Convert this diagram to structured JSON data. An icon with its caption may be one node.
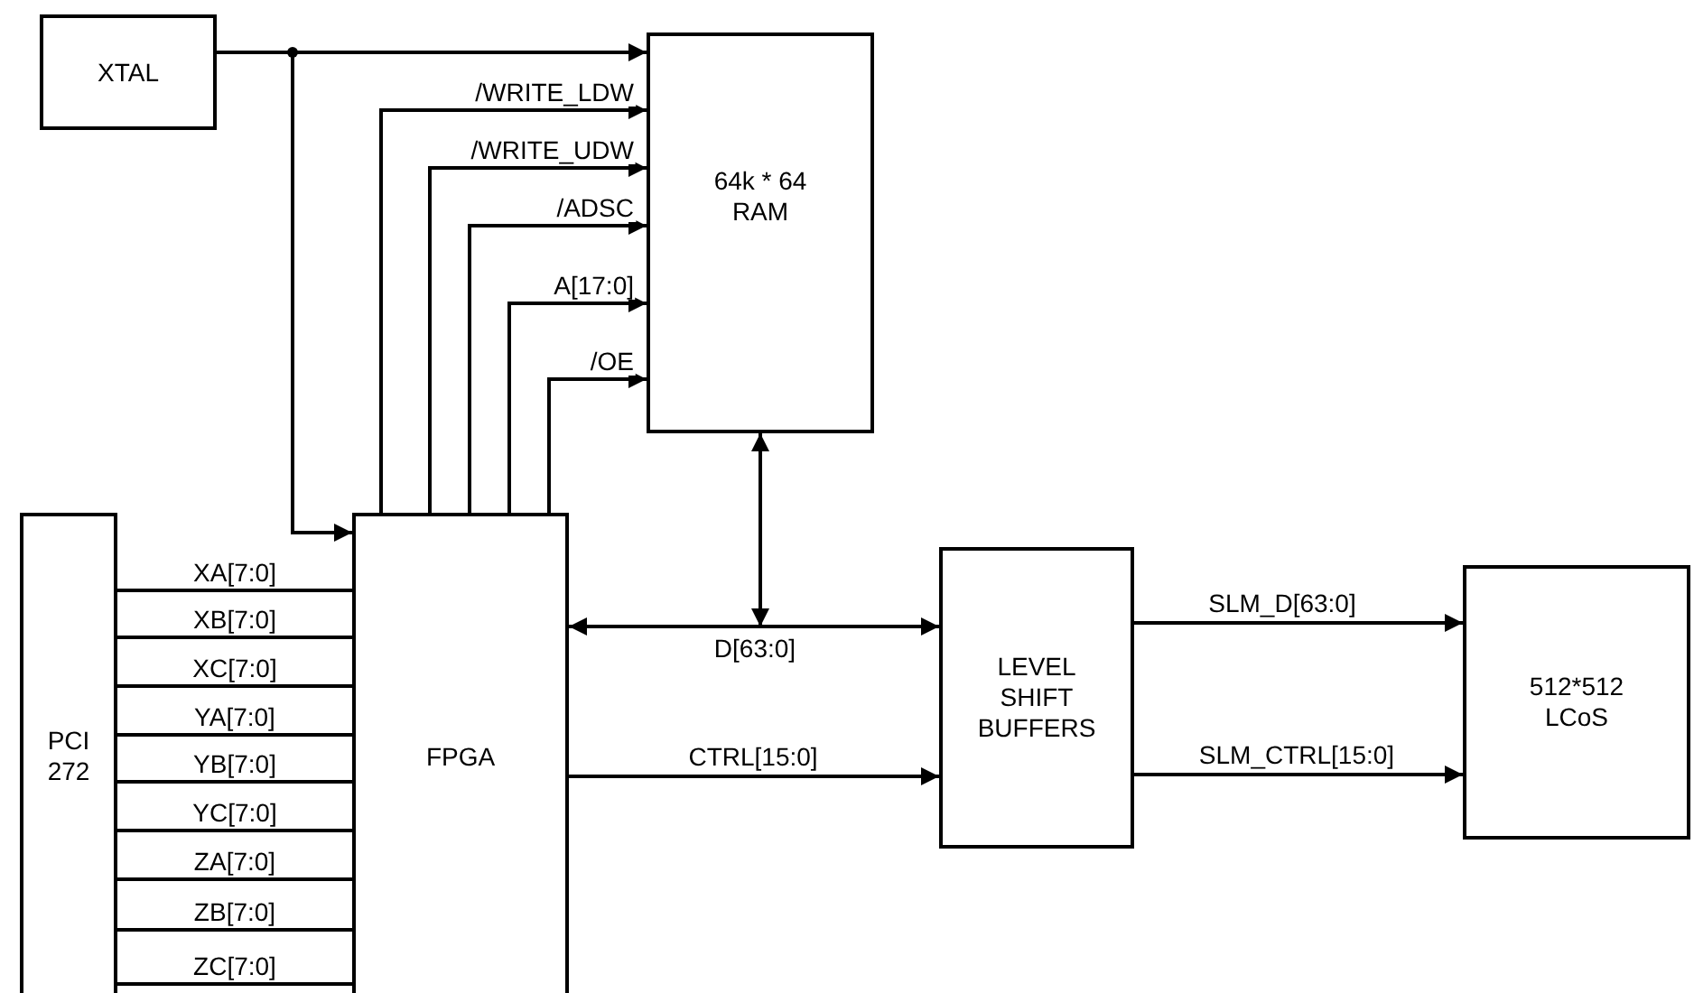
{
  "diagram": {
    "nodes": [
      {
        "text": [
          "XTAL"
        ]
      },
      {
        "text": [
          "64k * 64 RAM"
        ]
      },
      {
        "text": [
          "PCI 272"
        ]
      },
      {
        "text": [
          "FPGA"
        ]
      },
      {
        "text": [
          "LEVEL SHIFT BUFFERS"
        ]
      },
      {
        "text": [
          "512*512 LCoS"
        ]
      }
    ],
    "edges": [
      {
        "from": 0,
        "to": 1,
        "arrow": "to"
      },
      {
        "from": 0,
        "to": 3,
        "arrow": "to"
      },
      {
        "from": 3,
        "to": 1,
        "arrow": "to",
        "label": "/WRITE_LDW"
      },
      {
        "from": 3,
        "to": 1,
        "arrow": "to",
        "label": "/WRITE_UDW"
      },
      {
        "from": 3,
        "to": 1,
        "arrow": "to",
        "label": "/ADSC"
      },
      {
        "from": 3,
        "to": 1,
        "arrow": "to",
        "label": "A[17:0]"
      },
      {
        "from": 3,
        "to": 1,
        "arrow": "to",
        "label": "/OE"
      },
      {
        "from": 2,
        "to": 3,
        "arrow": "none",
        "label": "XA[7:0]"
      },
      {
        "from": 2,
        "to": 3,
        "arrow": "none",
        "label": "XB[7:0]"
      },
      {
        "from": 2,
        "to": 3,
        "arrow": "none",
        "label": "XC[7:0]"
      },
      {
        "from": 2,
        "to": 3,
        "arrow": "none",
        "label": "YA[7:0]"
      },
      {
        "from": 2,
        "to": 3,
        "arrow": "none",
        "label": "YB[7:0]"
      },
      {
        "from": 2,
        "to": 3,
        "arrow": "none",
        "label": "YC[7:0]"
      },
      {
        "from": 2,
        "to": 3,
        "arrow": "none",
        "label": "ZA[7:0]"
      },
      {
        "from": 2,
        "to": 3,
        "arrow": "none",
        "label": "ZB[7:0]"
      },
      {
        "from": 2,
        "to": 3,
        "arrow": "none",
        "label": "ZC[7:0]"
      },
      {
        "from": 3,
        "to": 4,
        "arrow": "both",
        "label": "D[63:0]"
      },
      {
        "from": 1,
        "to": null,
        "arrow": "both"
      },
      {
        "from": 3,
        "to": 4,
        "arrow": "to",
        "label": "CTRL[15:0]"
      },
      {
        "from": 4,
        "to": 5,
        "arrow": "to",
        "label": "SLM_D[63:0]"
      },
      {
        "from": 4,
        "to": 5,
        "arrow": "to",
        "label": "SLM_CTRL[15:0]"
      }
    ]
  }
}
